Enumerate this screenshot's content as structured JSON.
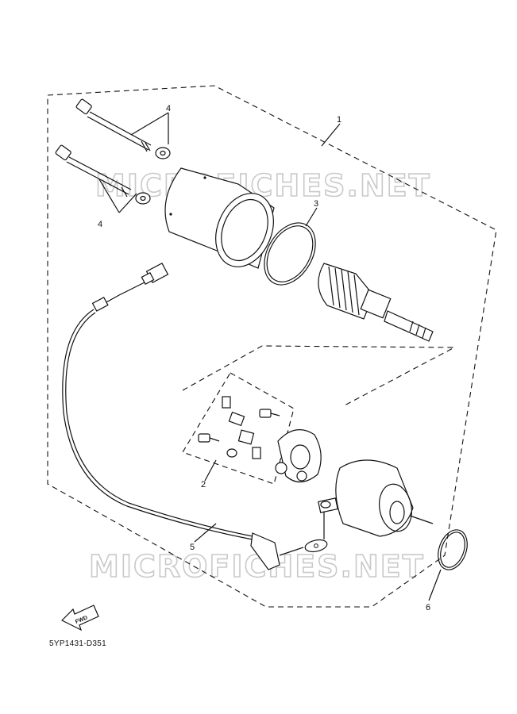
{
  "diagram": {
    "diagram_code": "5YP1431-D351",
    "watermarks": [
      "MICROFICHES.NET",
      "MICROFICHES.NET"
    ],
    "forward_arrow_label": "FWD",
    "callouts": [
      {
        "id": "1",
        "label": "1"
      },
      {
        "id": "2",
        "label": "2"
      },
      {
        "id": "3",
        "label": "3"
      },
      {
        "id": "4a",
        "label": "4"
      },
      {
        "id": "4b",
        "label": "4"
      },
      {
        "id": "5",
        "label": "5"
      },
      {
        "id": "6",
        "label": "6"
      }
    ]
  }
}
